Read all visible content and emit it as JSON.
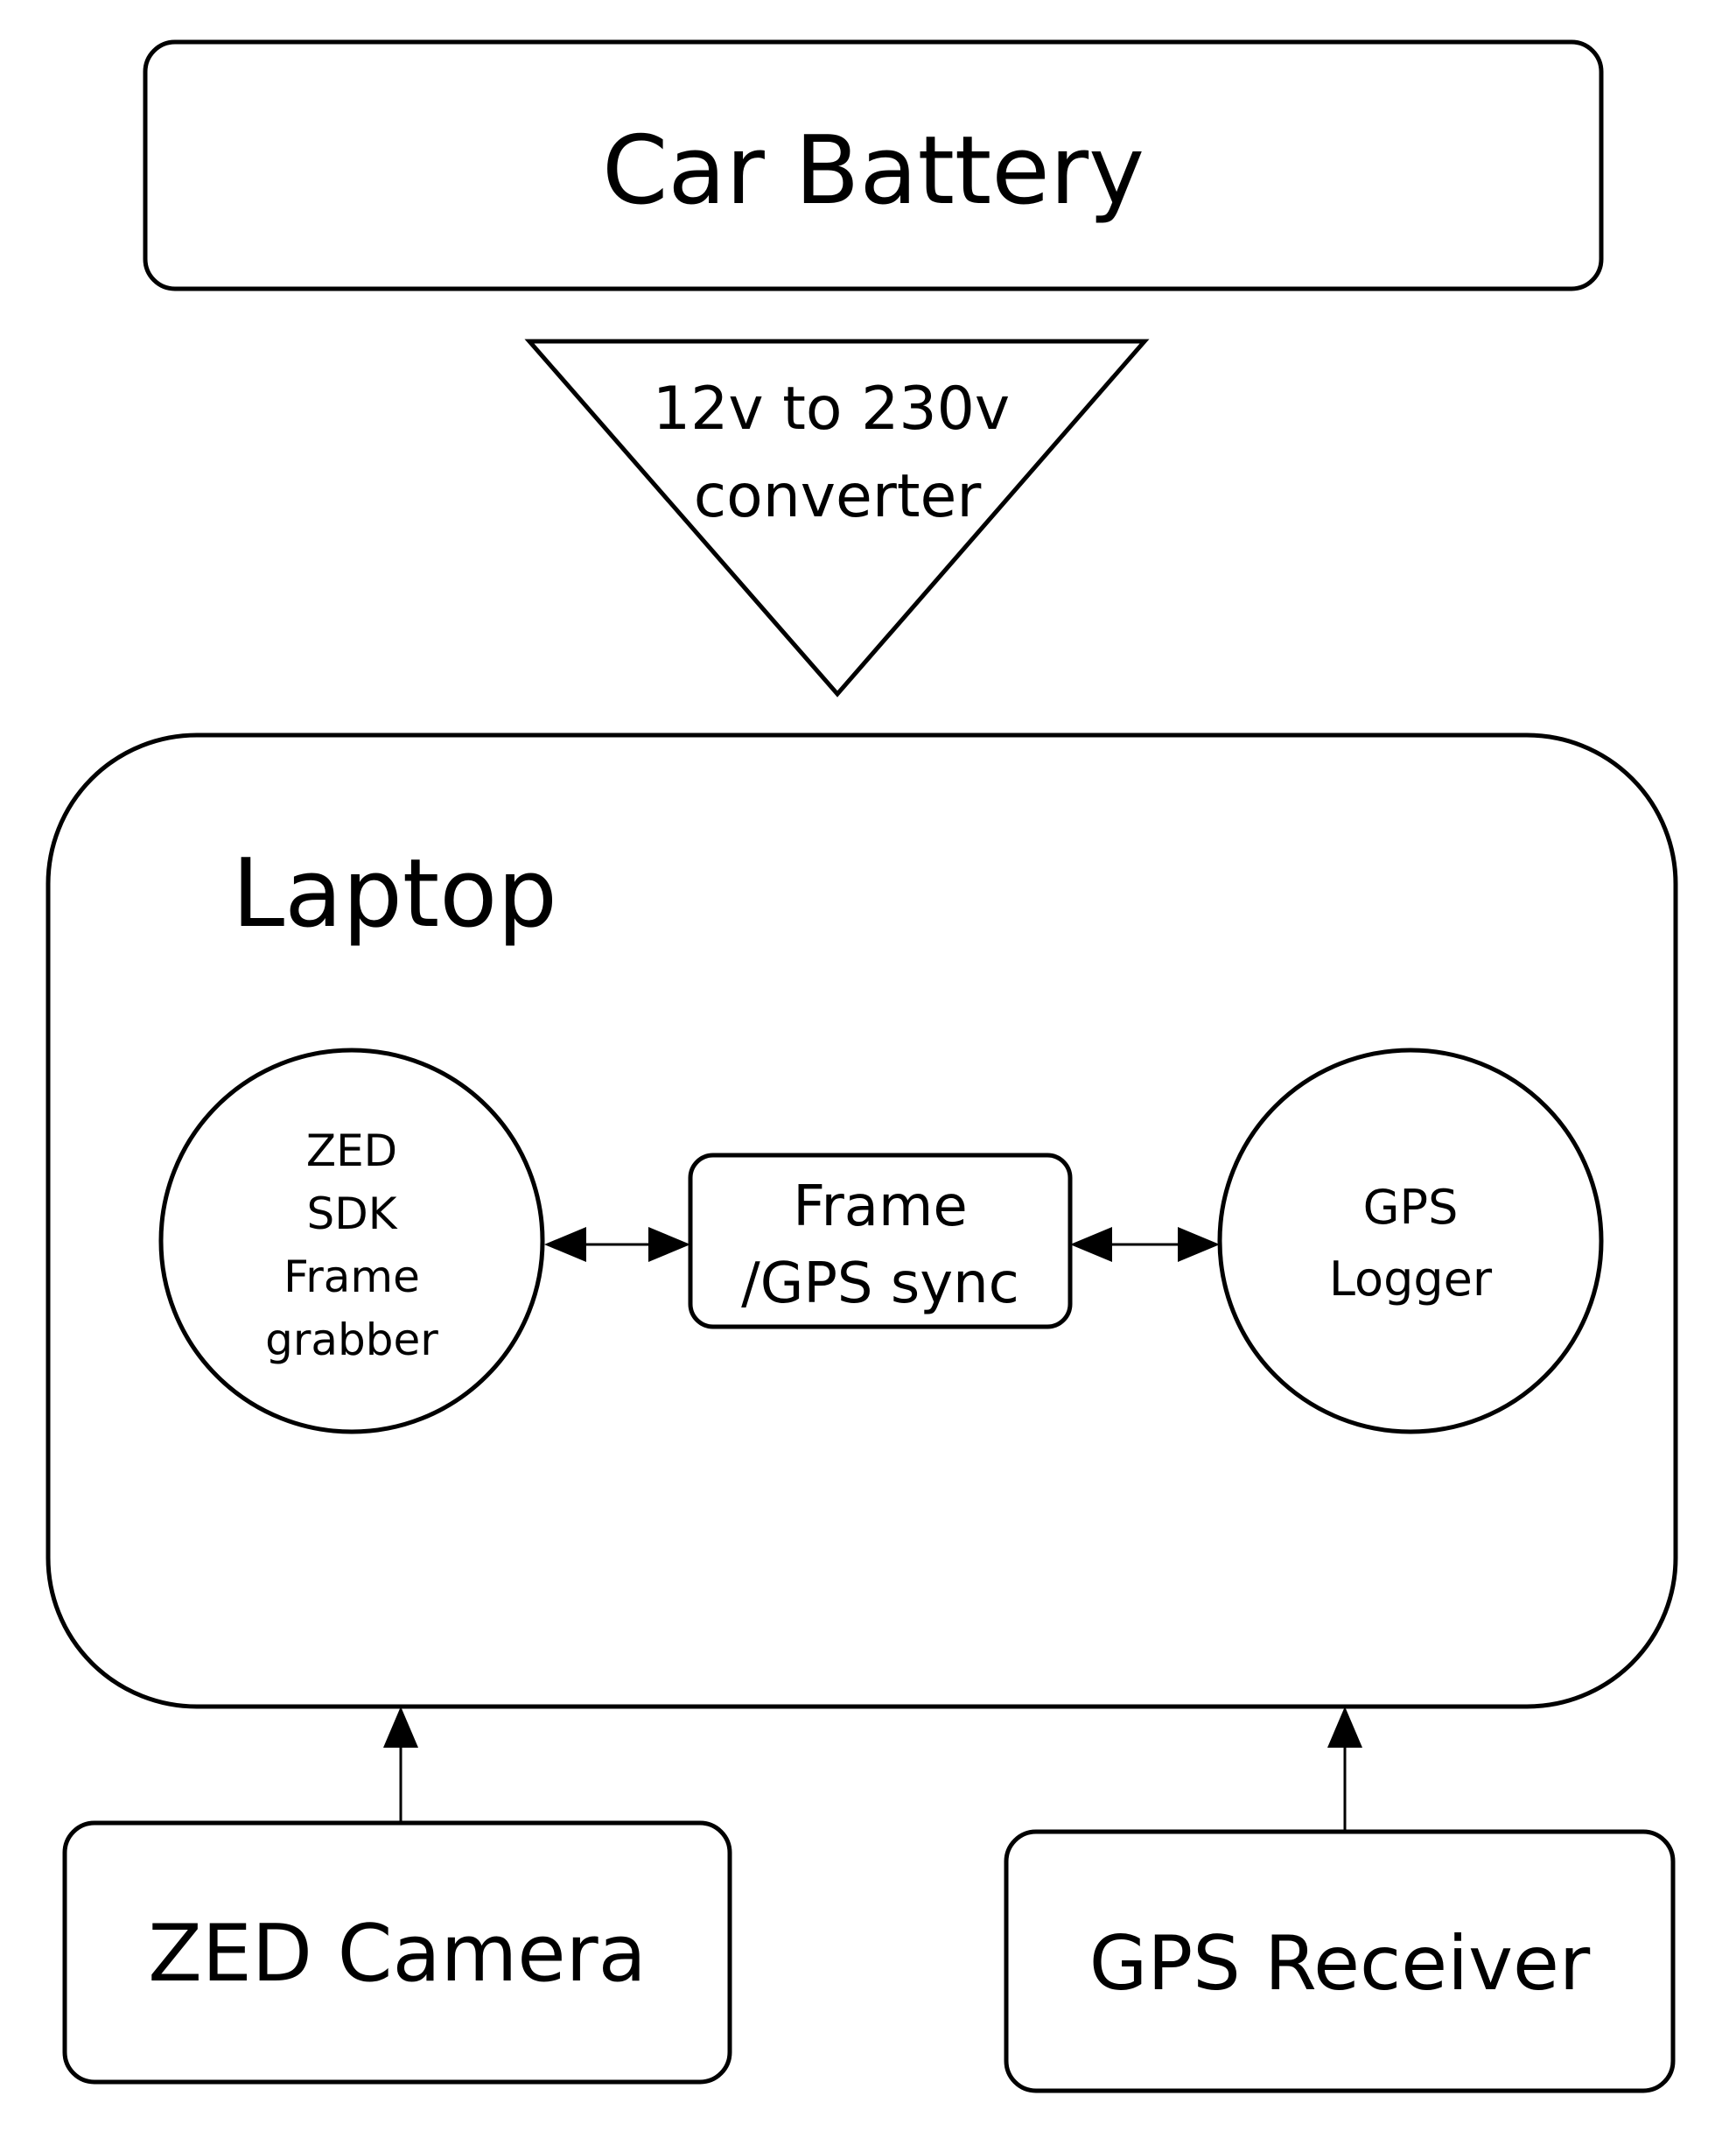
{
  "nodes": {
    "car_battery": {
      "label": "Car Battery"
    },
    "converter": {
      "lines": [
        "12v to 230v",
        "converter"
      ]
    },
    "laptop": {
      "label": "Laptop"
    },
    "zed_sdk": {
      "lines": [
        "ZED",
        "SDK",
        "Frame",
        "grabber"
      ]
    },
    "sync": {
      "lines": [
        "Frame",
        "/GPS sync"
      ]
    },
    "gps_logger": {
      "lines": [
        "GPS",
        "Logger"
      ]
    },
    "zed_camera": {
      "label": "ZED Camera"
    },
    "gps_receiver": {
      "label": "GPS Receiver"
    }
  },
  "edges": [
    {
      "from": "zed_sdk",
      "to": "sync",
      "direction": "bidirectional"
    },
    {
      "from": "sync",
      "to": "gps_logger",
      "direction": "bidirectional"
    },
    {
      "from": "zed_camera",
      "to": "laptop",
      "direction": "forward"
    },
    {
      "from": "gps_receiver",
      "to": "laptop",
      "direction": "forward"
    }
  ]
}
